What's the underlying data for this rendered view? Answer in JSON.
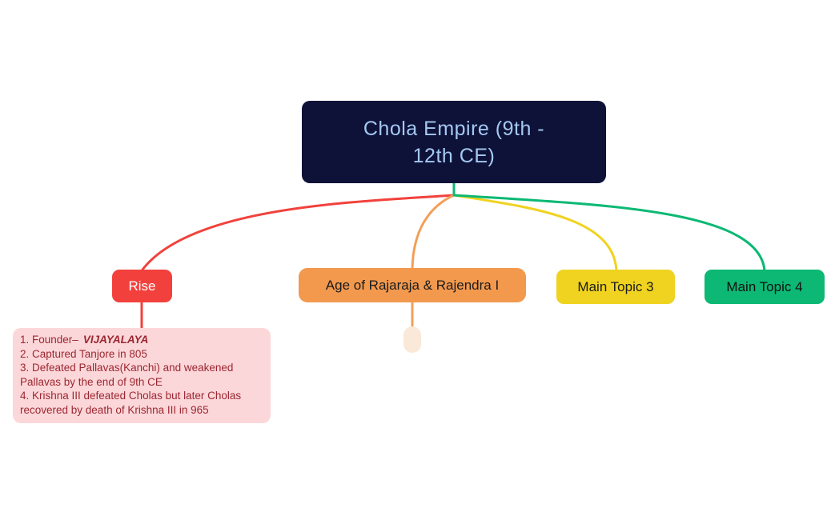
{
  "root": {
    "title_line1": "Chola Empire (9th -",
    "title_line2": "12th CE)"
  },
  "branches": {
    "rise": {
      "label": "Rise"
    },
    "rajaraja": {
      "label": "Age of Rajaraja & Rajendra I"
    },
    "topic3": {
      "label": "Main Topic 3"
    },
    "topic4": {
      "label": "Main Topic 4"
    }
  },
  "notes": {
    "item1_prefix": "1. Founder–",
    "item1_emphasis": "VIJAYALAYA",
    "item2": "2. Captured Tanjore in 805",
    "item3": "3. Defeated Pallavas(Kanchi) and weakened Pallavas by the end of 9th CE",
    "item4": "4. Krishna III defeated Cholas but later Cholas recovered by death of Krishna III in 965"
  },
  "colors": {
    "background": "#ffffff",
    "root_bg": "#0e1238",
    "root_text": "#a5c8f2",
    "red": "#f2413c",
    "orange": "#f2a058",
    "yellow": "#f0d320",
    "green": "#0cb874",
    "note_bg": "#fcd7da",
    "note_text": "#9b2730",
    "collapsed_pill": "#fae8d8"
  }
}
